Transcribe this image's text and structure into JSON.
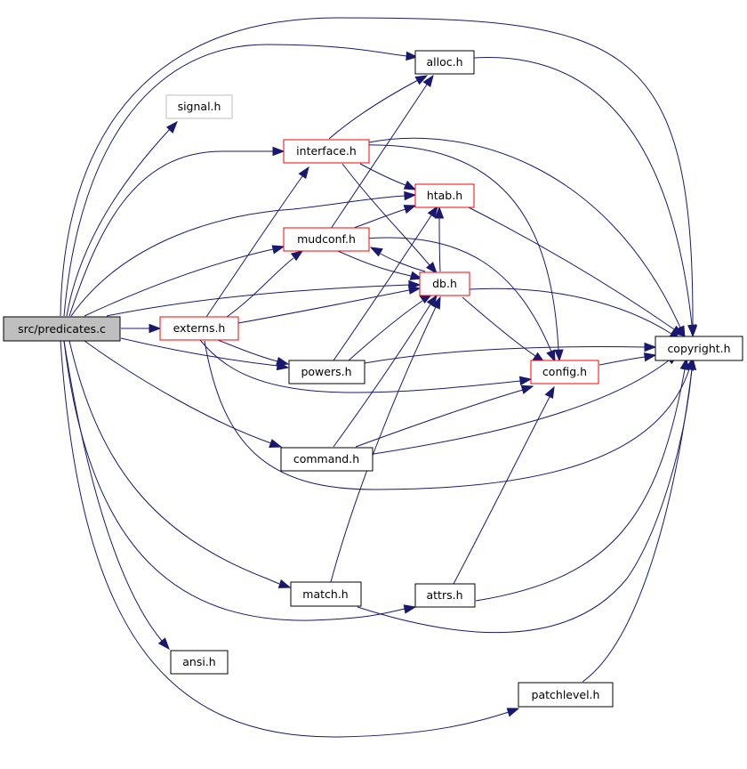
{
  "colors": {
    "edge": "#191970",
    "root_fill": "#bfbfbf",
    "border_black": "#000000",
    "border_red": "#ff0000",
    "border_gray": "#bfbfbf"
  },
  "nodes": {
    "predicates": {
      "label": "src/predicates.c",
      "border": "black",
      "fill": "#bfbfbf"
    },
    "signal": {
      "label": "signal.h",
      "border": "gray"
    },
    "alloc": {
      "label": "alloc.h",
      "border": "black"
    },
    "interface": {
      "label": "interface.h",
      "border": "red"
    },
    "htab": {
      "label": "htab.h",
      "border": "red"
    },
    "mudconf": {
      "label": "mudconf.h",
      "border": "red"
    },
    "db": {
      "label": "db.h",
      "border": "red"
    },
    "externs": {
      "label": "externs.h",
      "border": "red"
    },
    "copyright": {
      "label": "copyright.h",
      "border": "black"
    },
    "powers": {
      "label": "powers.h",
      "border": "black"
    },
    "config": {
      "label": "config.h",
      "border": "red"
    },
    "command": {
      "label": "command.h",
      "border": "black"
    },
    "match": {
      "label": "match.h",
      "border": "black"
    },
    "attrs": {
      "label": "attrs.h",
      "border": "black"
    },
    "ansi": {
      "label": "ansi.h",
      "border": "black"
    },
    "patchlevel": {
      "label": "patchlevel.h",
      "border": "black"
    }
  },
  "edges": [
    [
      "predicates",
      "externs"
    ],
    [
      "predicates",
      "signal"
    ],
    [
      "predicates",
      "alloc"
    ],
    [
      "predicates",
      "interface"
    ],
    [
      "predicates",
      "htab"
    ],
    [
      "predicates",
      "mudconf"
    ],
    [
      "predicates",
      "db"
    ],
    [
      "predicates",
      "copyright"
    ],
    [
      "predicates",
      "powers"
    ],
    [
      "predicates",
      "command"
    ],
    [
      "predicates",
      "match"
    ],
    [
      "predicates",
      "attrs"
    ],
    [
      "predicates",
      "ansi"
    ],
    [
      "predicates",
      "patchlevel"
    ],
    [
      "externs",
      "interface"
    ],
    [
      "externs",
      "mudconf"
    ],
    [
      "externs",
      "db"
    ],
    [
      "externs",
      "powers"
    ],
    [
      "externs",
      "config"
    ],
    [
      "externs",
      "copyright"
    ],
    [
      "interface",
      "alloc"
    ],
    [
      "interface",
      "htab"
    ],
    [
      "interface",
      "db"
    ],
    [
      "interface",
      "config"
    ],
    [
      "interface",
      "copyright"
    ],
    [
      "mudconf",
      "alloc"
    ],
    [
      "mudconf",
      "htab"
    ],
    [
      "mudconf",
      "db"
    ],
    [
      "mudconf",
      "config"
    ],
    [
      "db",
      "mudconf"
    ],
    [
      "db",
      "htab"
    ],
    [
      "db",
      "config"
    ],
    [
      "db",
      "copyright"
    ],
    [
      "htab",
      "copyright"
    ],
    [
      "alloc",
      "copyright"
    ],
    [
      "powers",
      "htab"
    ],
    [
      "powers",
      "db"
    ],
    [
      "powers",
      "copyright"
    ],
    [
      "command",
      "db"
    ],
    [
      "command",
      "config"
    ],
    [
      "command",
      "copyright"
    ],
    [
      "match",
      "db"
    ],
    [
      "match",
      "copyright"
    ],
    [
      "attrs",
      "config"
    ],
    [
      "attrs",
      "copyright"
    ],
    [
      "config",
      "copyright"
    ],
    [
      "patchlevel",
      "copyright"
    ]
  ]
}
